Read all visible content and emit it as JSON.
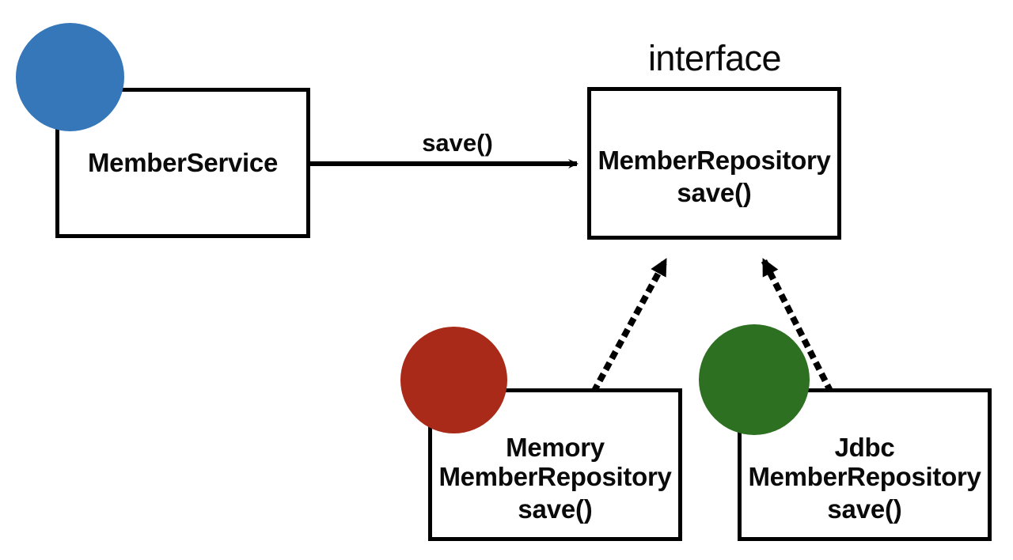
{
  "diagram": {
    "title": "MemberService to MemberRepository UML class diagram",
    "type": "uml-class-diagram",
    "colors": {
      "stroke": "#000000",
      "text": "#0a0a0a",
      "background": "#ffffff",
      "blue_circle": "#3577b8",
      "red_circle": "#a92a18",
      "green_circle": "#2d7022"
    },
    "nodes": {
      "member_service": {
        "name": "MemberService",
        "stereotype": "",
        "methods": [],
        "marker_color": "#3577b8",
        "marker_name": "blue-circle"
      },
      "member_repository": {
        "name": "MemberRepository",
        "stereotype": "interface",
        "methods": [
          "save()"
        ],
        "marker_color": "",
        "marker_name": ""
      },
      "memory_member_repository": {
        "name_line_1": "Memory",
        "name_line_2": "MemberRepository",
        "methods": [
          "save()"
        ],
        "marker_color": "#a92a18",
        "marker_name": "red-circle"
      },
      "jdbc_member_repository": {
        "name_line_1": "Jdbc",
        "name_line_2": "MemberRepository",
        "methods": [
          "save()"
        ],
        "marker_color": "#2d7022",
        "marker_name": "green-circle"
      }
    },
    "edges": {
      "service_to_repository": {
        "label": "save()",
        "style": "solid",
        "arrow": "open-arrow",
        "from": "member_service",
        "to": "member_repository"
      },
      "memory_implements": {
        "label": "",
        "style": "dotted",
        "arrow": "closed-triangle",
        "from": "memory_member_repository",
        "to": "member_repository"
      },
      "jdbc_implements": {
        "label": "",
        "style": "dotted",
        "arrow": "closed-triangle",
        "from": "jdbc_member_repository",
        "to": "member_repository"
      }
    }
  }
}
